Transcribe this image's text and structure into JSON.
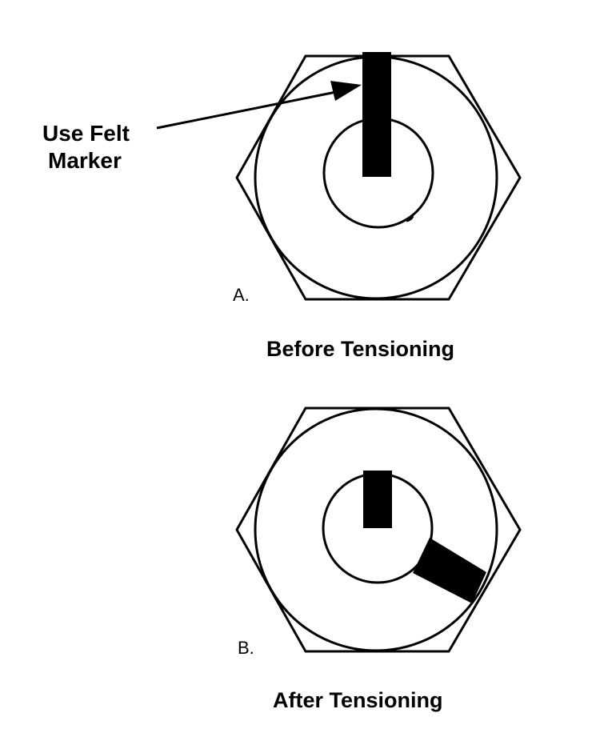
{
  "callout": {
    "line1": "Use Felt",
    "line2": "Marker"
  },
  "panel_a": {
    "letter": "A.",
    "caption": "Before Tensioning"
  },
  "panel_b": {
    "letter": "B.",
    "caption": "After Tensioning"
  },
  "colors": {
    "ink": "#000000",
    "background": "#ffffff"
  }
}
